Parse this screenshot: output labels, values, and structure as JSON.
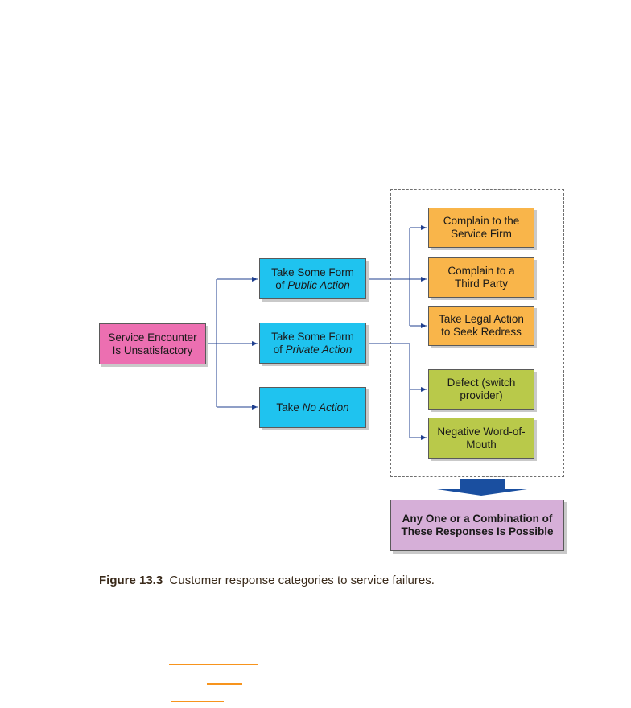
{
  "diagram": {
    "root": {
      "line1": "Service Encounter",
      "line2": "Is Unsatisfactory"
    },
    "actions": [
      {
        "line1": "Take Some Form",
        "line2_prefix": "of ",
        "line2_em": "Public Action"
      },
      {
        "line1": "Take Some Form",
        "line2_prefix": "of ",
        "line2_em": "Private Action"
      },
      {
        "line1_prefix": "Take ",
        "line1_em": "No Action"
      }
    ],
    "public_responses": [
      {
        "line1": "Complain to the",
        "line2": "Service Firm"
      },
      {
        "line1": "Complain to a",
        "line2": "Third Party"
      },
      {
        "line1": "Take Legal Action",
        "line2": "to Seek Redress"
      }
    ],
    "private_responses": [
      {
        "line1": "Defect (switch",
        "line2": "provider)"
      },
      {
        "line1": "Negative Word-of-",
        "line2": "Mouth"
      }
    ],
    "outcome": {
      "line1": "Any One or a Combination of",
      "line2": "These Responses Is Possible"
    }
  },
  "caption": {
    "label": "Figure 13.3",
    "text": "Customer response categories to service failures."
  },
  "colors": {
    "root": "#ec6fb1",
    "action": "#1fc3ef",
    "public_response": "#f9b54a",
    "private_response": "#b9c94a",
    "outcome": "#d6afd8",
    "arrow_big": "#1a4fa0",
    "connector": "#1f3f8f",
    "underline": "#f7941d"
  }
}
